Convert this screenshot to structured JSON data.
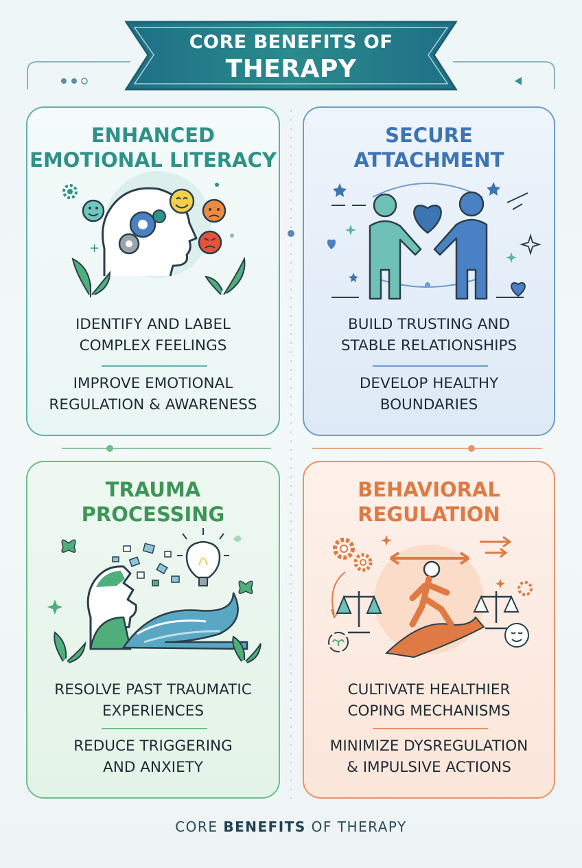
{
  "header": {
    "title_line1": "CORE BENEFITS OF",
    "title_line2": "THERAPY"
  },
  "cards": [
    {
      "title_line1": "ENHANCED",
      "title_line2": "EMOTIONAL LITERACY",
      "benefit1_line1": "IDENTIFY AND LABEL",
      "benefit1_line2": "COMPLEX FEELINGS",
      "benefit2_line1": "IMPROVE EMOTIONAL",
      "benefit2_line2": "REGULATION & AWARENESS",
      "accent": "#2f9188",
      "icons": [
        "head-gears-icon",
        "smiley-icon",
        "angry-face-icon",
        "leaf-icon",
        "gear-icon"
      ]
    },
    {
      "title_line1": "SECURE",
      "title_line2": "ATTACHMENT",
      "benefit1_line1": "BUILD TRUSTING AND",
      "benefit1_line2": "STABLE RELATIONSHIPS",
      "benefit2_line1": "DEVELOP HEALTHY",
      "benefit2_line2": "BOUNDARIES",
      "accent": "#3d74b3",
      "icons": [
        "two-people-holding-hands-icon",
        "heart-icon",
        "star-icon",
        "sparkle-icon"
      ]
    },
    {
      "title_line1": "TRAUMA",
      "title_line2": "PROCESSING",
      "benefit1_line1": "RESOLVE PAST TRAUMATIC",
      "benefit1_line2": "EXPERIENCES",
      "benefit2_line1": "REDUCE TRIGGERING",
      "benefit2_line2": "AND ANXIETY",
      "accent": "#3e9558",
      "icons": [
        "head-fragments-icon",
        "wave-icon",
        "lightbulb-icon",
        "butterfly-icon",
        "leaf-icon"
      ]
    },
    {
      "title_line1": "BEHAVIORAL",
      "title_line2": "REGULATION",
      "benefit1_line1": "CULTIVATE HEALTHIER",
      "benefit1_line2": "COPING MECHANISMS",
      "benefit2_line1": "MINIMIZE DYSREGULATION",
      "benefit2_line2": "& IMPULSIVE ACTIONS",
      "accent": "#df7a45",
      "icons": [
        "walking-person-icon",
        "balance-scale-icon",
        "gear-icon",
        "calm-face-icon",
        "arrows-icon"
      ]
    }
  ],
  "footer": {
    "part1": "CORE ",
    "part2": "BENEFITS",
    "part3": " OF THERAPY"
  }
}
